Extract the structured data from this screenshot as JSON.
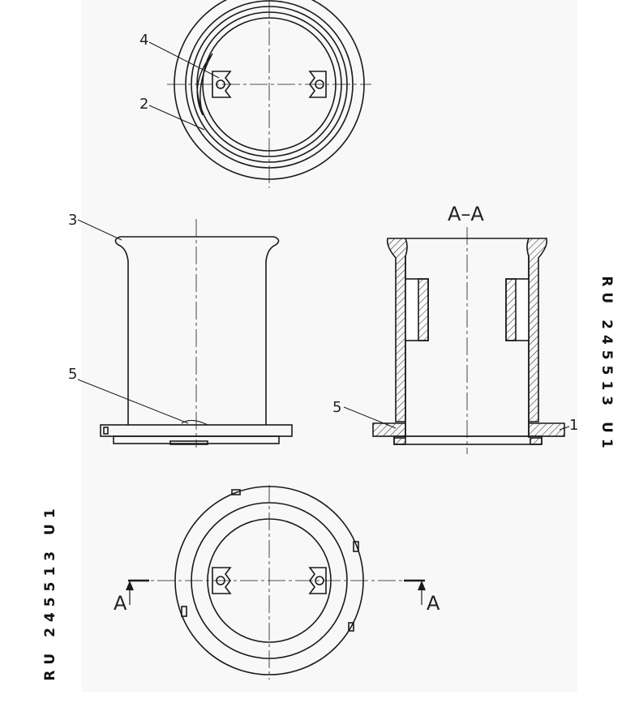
{
  "patent": {
    "number_right": "RU 245513 U1",
    "number_left": "RU 245513 U1"
  },
  "labels": {
    "part_1": "1",
    "part_2": "2",
    "part_3": "3",
    "part_4": "4",
    "part_5_side": "5",
    "part_5_section": "5",
    "section_title": "A–A",
    "cut_left": "A",
    "cut_right": "A"
  },
  "colors": {
    "line": "#1a1a1a",
    "paper": "#ffffff",
    "panel": "#f7f7f7"
  }
}
